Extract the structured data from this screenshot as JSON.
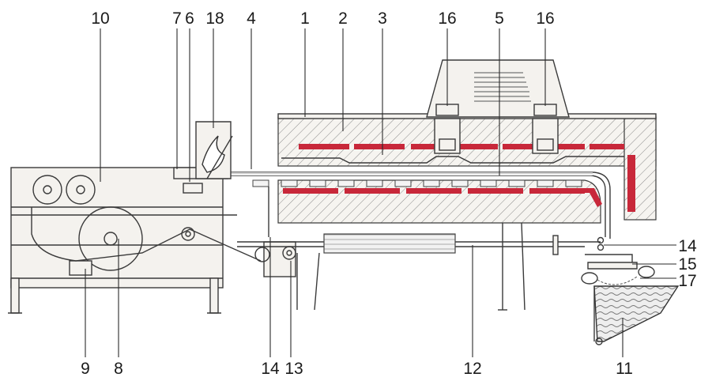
{
  "labels": {
    "l1": "1",
    "l2": "2",
    "l3": "3",
    "l4": "4",
    "l5": "5",
    "l6": "6",
    "l7": "7",
    "l8": "8",
    "l9": "9",
    "l10": "10",
    "l11": "11",
    "l12": "12",
    "l13": "13",
    "l14_right": "14",
    "l14_bottom": "14",
    "l15": "15",
    "l16_left": "16",
    "l16_right": "16",
    "l17": "17",
    "l18": "18"
  },
  "colors": {
    "heater": "#c8283a",
    "hatch": "#7a7a7a",
    "outline": "#3a3a3a"
  }
}
